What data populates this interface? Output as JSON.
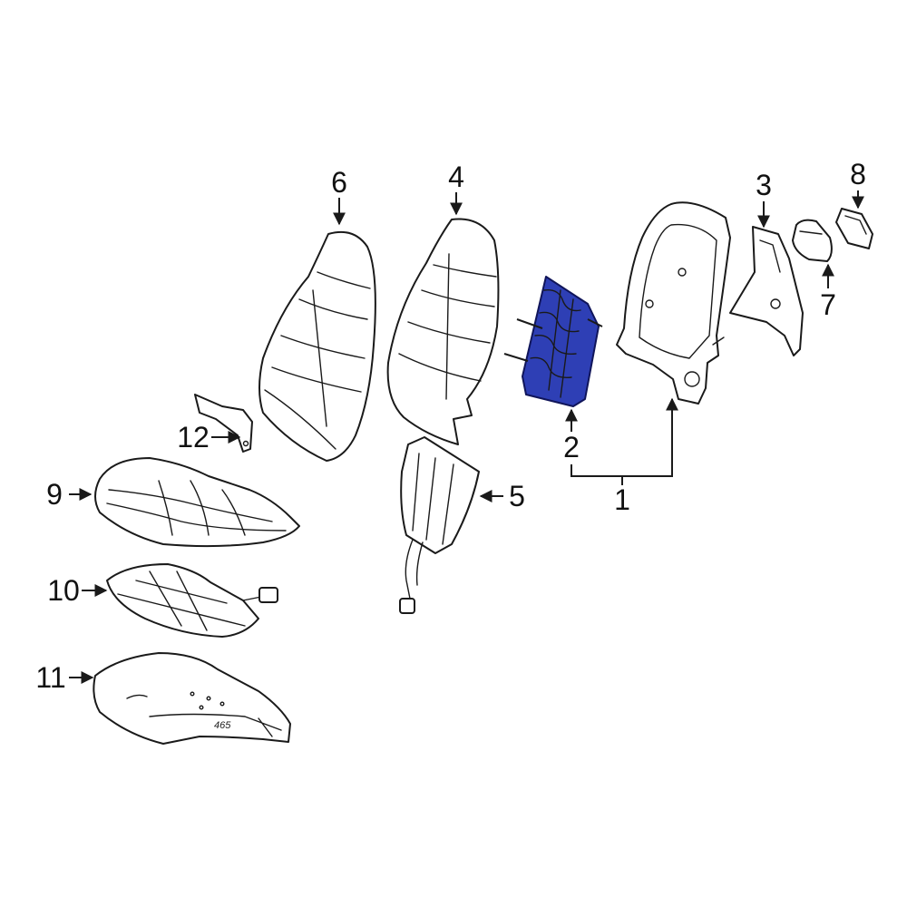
{
  "diagram": {
    "highlight_color": "#2e3fb5",
    "callouts": [
      {
        "id": "1",
        "label": "1"
      },
      {
        "id": "2",
        "label": "2"
      },
      {
        "id": "3",
        "label": "3"
      },
      {
        "id": "4",
        "label": "4"
      },
      {
        "id": "5",
        "label": "5"
      },
      {
        "id": "6",
        "label": "6"
      },
      {
        "id": "7",
        "label": "7"
      },
      {
        "id": "8",
        "label": "8"
      },
      {
        "id": "9",
        "label": "9"
      },
      {
        "id": "10",
        "label": "10"
      },
      {
        "id": "11",
        "label": "11"
      },
      {
        "id": "12",
        "label": "12"
      }
    ],
    "stamp_text": "465"
  }
}
